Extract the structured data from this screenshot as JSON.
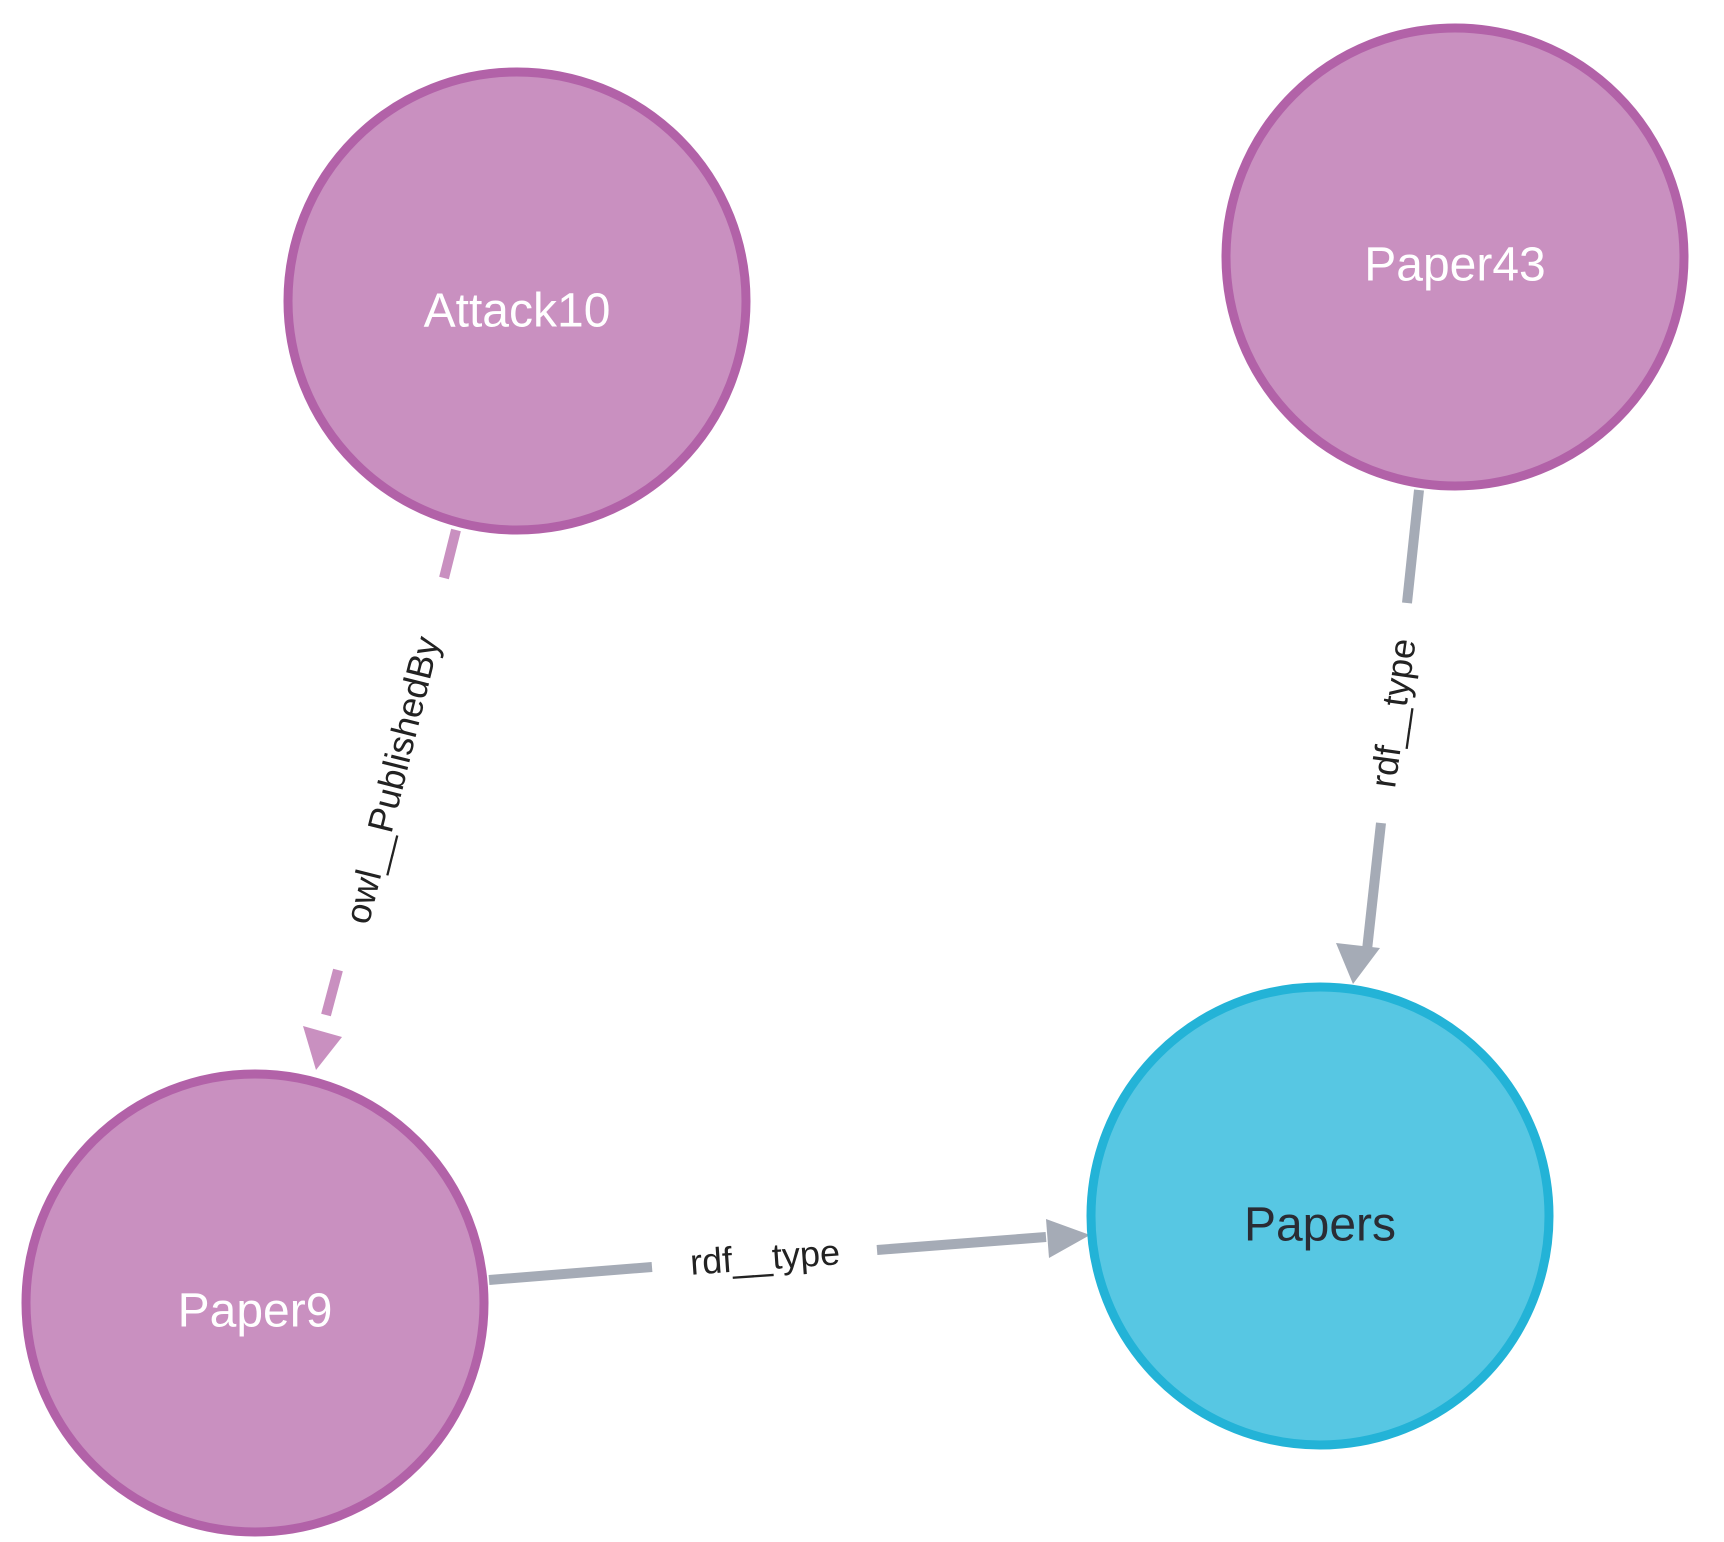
{
  "colors": {
    "paper_node_fill": "#c990c0",
    "paper_node_stroke": "#b262a8",
    "class_node_fill": "#57c7e3",
    "class_node_stroke": "#23b3d7",
    "published_edge": "#c990c0",
    "type_edge": "#a5abb6",
    "light_label": "#ffffff",
    "dark_label": "#2a2c34",
    "edge_label": "#222222",
    "background": "#ffffff"
  },
  "nodes": {
    "attack10": {
      "label": "Attack10"
    },
    "paper43": {
      "label": "Paper43"
    },
    "paper9": {
      "label": "Paper9"
    },
    "papers": {
      "label": "Papers"
    }
  },
  "edges": {
    "attack10_to_paper9": {
      "label": "owl__PublishedBy"
    },
    "paper43_to_papers": {
      "label": "rdf__type"
    },
    "paper9_to_papers": {
      "label": "rdf__type"
    }
  }
}
